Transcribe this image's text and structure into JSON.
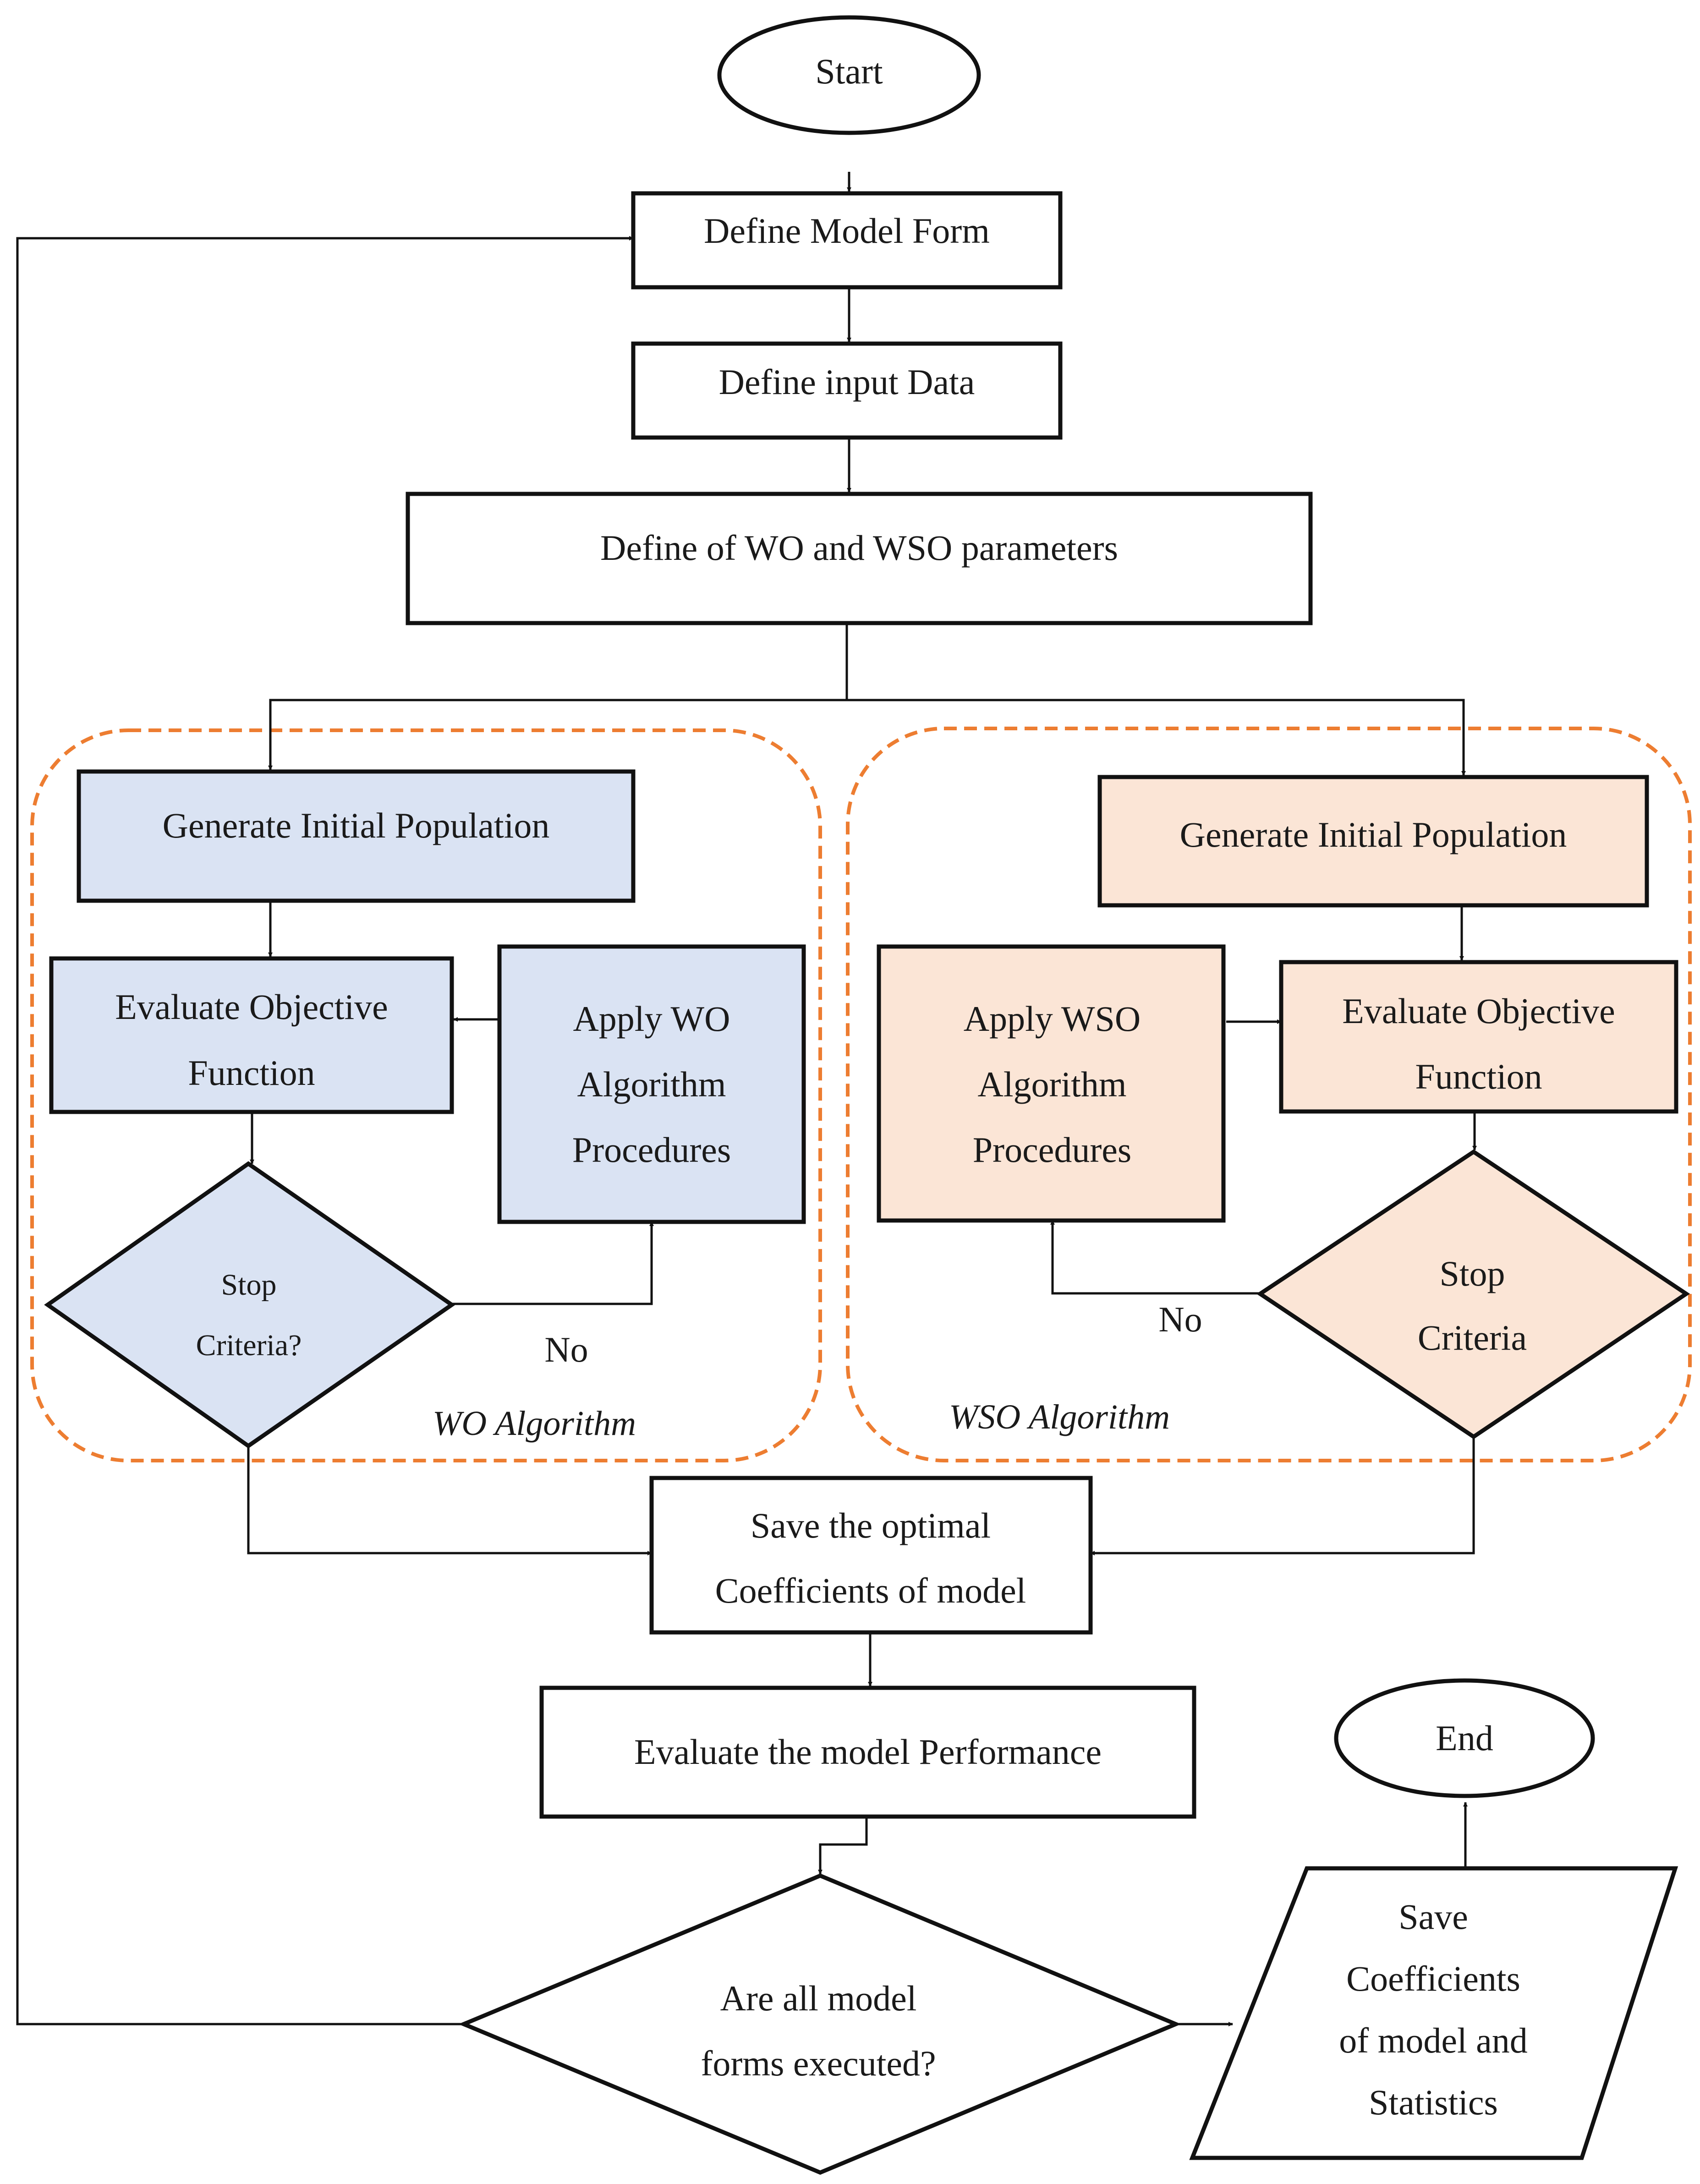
{
  "flowchart": {
    "start": "Start",
    "define_model_form": "Define Model Form",
    "define_input_data": "Define input Data",
    "define_parameters": "Define of WO and WSO parameters",
    "wo": {
      "group_label": "WO Algorithm",
      "generate": "Generate Initial Population",
      "evaluate": [
        "Evaluate Objective",
        "Function"
      ],
      "apply": [
        "Apply WO",
        "Algorithm",
        "Procedures"
      ],
      "stop": [
        "Stop",
        "Criteria?"
      ],
      "no_label": "No"
    },
    "wso": {
      "group_label": "WSO Algorithm",
      "generate": "Generate Initial Population",
      "evaluate": [
        "Evaluate Objective",
        "Function"
      ],
      "apply": [
        "Apply WSO",
        "Algorithm",
        "Procedures"
      ],
      "stop": [
        "Stop",
        "Criteria"
      ],
      "no_label": "No"
    },
    "save_optimal": [
      "Save the optimal",
      "Coefficients of model"
    ],
    "evaluate_performance": "Evaluate the model Performance",
    "all_executed": [
      "Are all model",
      "forms executed?"
    ],
    "save_statistics": [
      "Save",
      "Coefficients",
      "of model and",
      "Statistics"
    ],
    "end": "End"
  },
  "colors": {
    "wo_fill": "#dae3f3",
    "wso_fill": "#fbe5d6",
    "group_border": "#ed7d31"
  }
}
